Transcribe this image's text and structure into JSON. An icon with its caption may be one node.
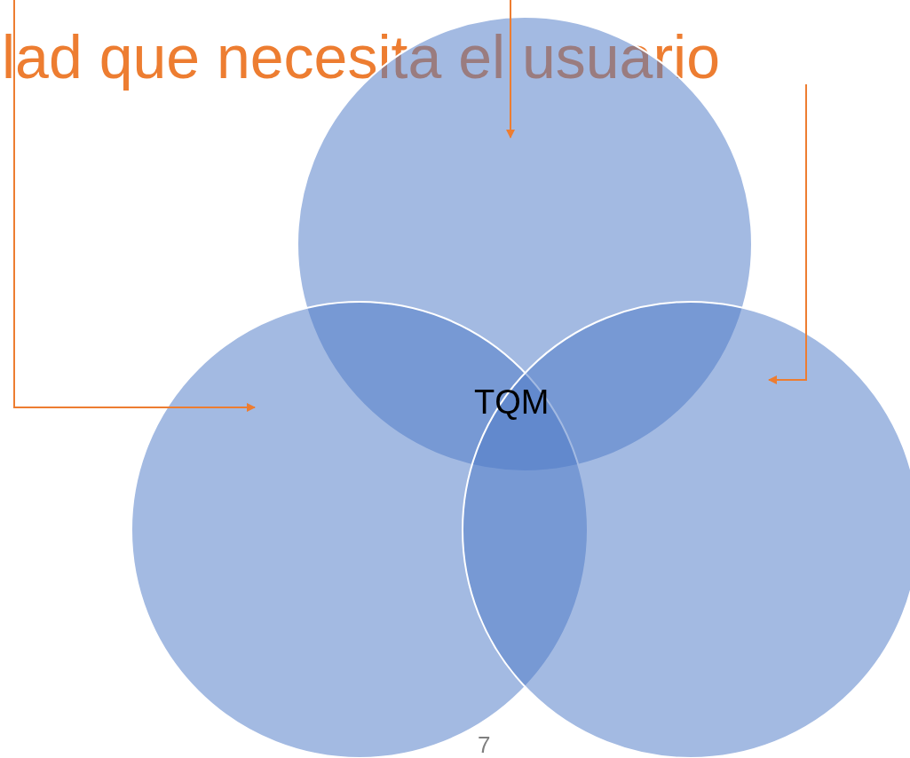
{
  "diagram": {
    "title": "lad que necesita el usuario",
    "nodes": [
      {
        "text": [],
        "shape": "circle"
      },
      {
        "text": [],
        "shape": "circle"
      },
      {
        "text": [],
        "shape": "circle"
      }
    ],
    "edges": [
      {
        "from": null,
        "to": 0,
        "arrow": "to"
      },
      {
        "from": null,
        "to": 1,
        "arrow": "to"
      },
      {
        "from": null,
        "to": 2,
        "arrow": "to"
      }
    ],
    "labels": [
      "TQM",
      "7"
    ]
  }
}
